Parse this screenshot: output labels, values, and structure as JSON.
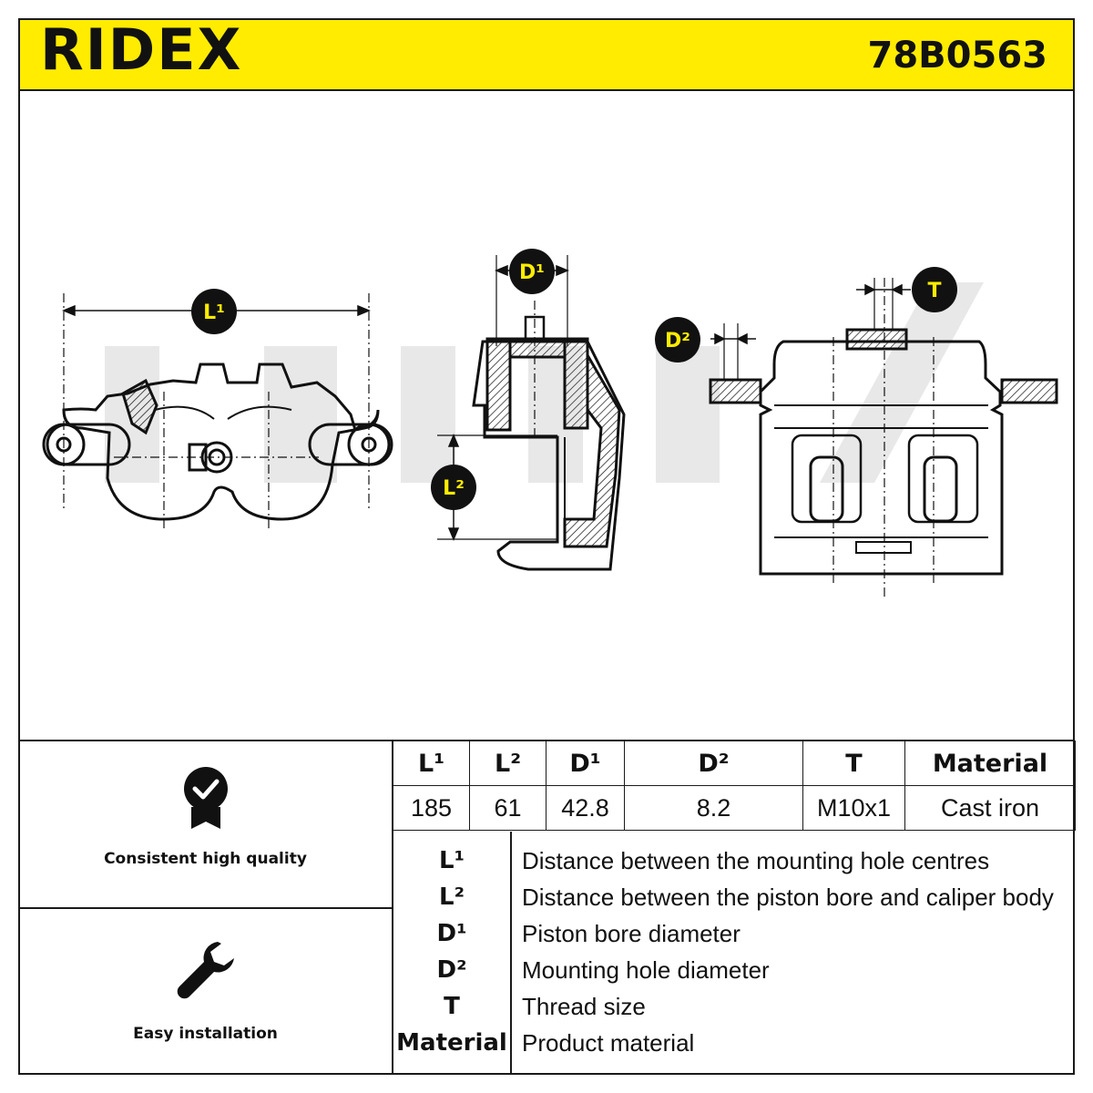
{
  "header": {
    "brand": "RIDEX",
    "part_number": "78B0563"
  },
  "dimension_labels": {
    "l1": "L¹",
    "l2": "L²",
    "d1": "D¹",
    "d2": "D²",
    "t": "T"
  },
  "features": [
    {
      "label": "Consistent high quality",
      "icon": "quality-badge-icon"
    },
    {
      "label": "Easy installation",
      "icon": "wrench-icon"
    }
  ],
  "spec_table": {
    "headers": [
      "L¹",
      "L²",
      "D¹",
      "D²",
      "T",
      "Material"
    ],
    "values": [
      "185",
      "61",
      "42.8",
      "8.2",
      "M10x1",
      "Cast iron"
    ]
  },
  "legend": [
    {
      "key": "L¹",
      "desc": "Distance between the mounting hole centres"
    },
    {
      "key": "L²",
      "desc": "Distance between the piston bore and caliper body"
    },
    {
      "key": "D¹",
      "desc": "Piston bore diameter"
    },
    {
      "key": "D²",
      "desc": "Mounting hole diameter"
    },
    {
      "key": "T",
      "desc": "Thread size"
    },
    {
      "key": "Material",
      "desc": "Product material"
    }
  ],
  "colors": {
    "accent": "#ffec00",
    "ink": "#111111",
    "watermark": "#e6e6e6"
  }
}
